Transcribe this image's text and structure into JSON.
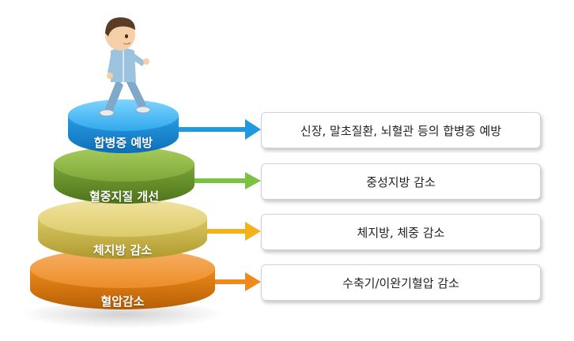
{
  "tiers": [
    {
      "label": "합병증 예방",
      "description": "신장, 말초질환, 뇌혈관 등의 합병증 예방",
      "color": "#1e9be0",
      "arrow_color": "#1e9be0"
    },
    {
      "label": "혈중지질 개선",
      "description": "중성지방 감소",
      "color": "#6f9a2a",
      "arrow_color": "#7cc242"
    },
    {
      "label": "체지방 감소",
      "description": "체지방, 체중 감소",
      "color": "#d5c35a",
      "arrow_color": "#f2b21c"
    },
    {
      "label": "혈압감소",
      "description": "수축기/이완기혈압 감소",
      "color": "#e07f12",
      "arrow_color": "#f08a1c"
    }
  ]
}
